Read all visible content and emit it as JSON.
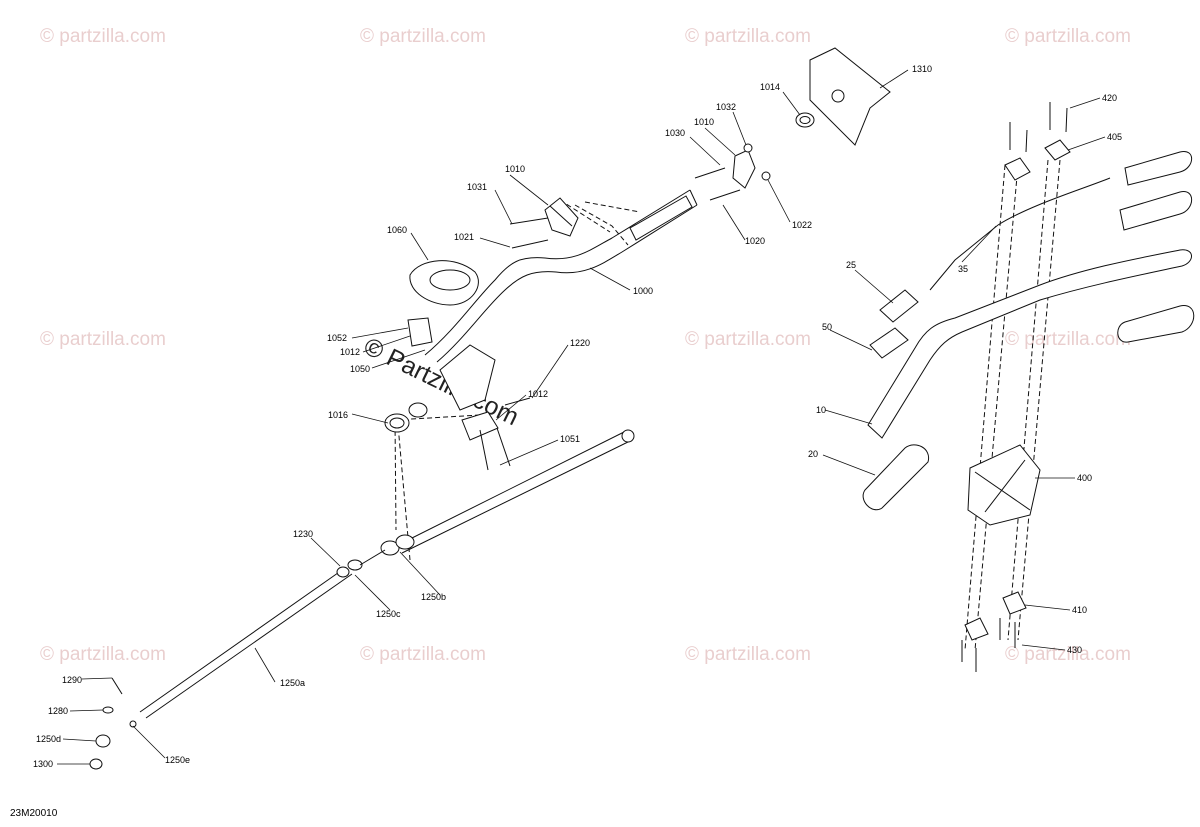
{
  "drawing_id": "23M20010",
  "watermark": {
    "text": "© partzilla.com",
    "center_text": "© Partzilla.com"
  },
  "callouts": [
    {
      "id": "c1310",
      "label": "1310"
    },
    {
      "id": "c1014",
      "label": "1014"
    },
    {
      "id": "c1032",
      "label": "1032"
    },
    {
      "id": "c1030",
      "label": "1030"
    },
    {
      "id": "c1010a",
      "label": "1010"
    },
    {
      "id": "c1010b",
      "label": "1010"
    },
    {
      "id": "c1022",
      "label": "1022"
    },
    {
      "id": "c1031",
      "label": "1031"
    },
    {
      "id": "c1020",
      "label": "1020"
    },
    {
      "id": "c1021",
      "label": "1021"
    },
    {
      "id": "c1060",
      "label": "1060"
    },
    {
      "id": "c1000",
      "label": "1000"
    },
    {
      "id": "c1052",
      "label": "1052"
    },
    {
      "id": "c1012a",
      "label": "1012"
    },
    {
      "id": "c1050",
      "label": "1050"
    },
    {
      "id": "c1220",
      "label": "1220"
    },
    {
      "id": "c1012b",
      "label": "1012"
    },
    {
      "id": "c1016",
      "label": "1016"
    },
    {
      "id": "c1051",
      "label": "1051"
    },
    {
      "id": "c1230",
      "label": "1230"
    },
    {
      "id": "c1250b",
      "label": "1250b"
    },
    {
      "id": "c1250c",
      "label": "1250c"
    },
    {
      "id": "c1250a",
      "label": "1250a"
    },
    {
      "id": "c1290",
      "label": "1290"
    },
    {
      "id": "c1280",
      "label": "1280"
    },
    {
      "id": "c1250d",
      "label": "1250d"
    },
    {
      "id": "c1300",
      "label": "1300"
    },
    {
      "id": "c1250e",
      "label": "1250e"
    },
    {
      "id": "c420",
      "label": "420"
    },
    {
      "id": "c405",
      "label": "405"
    },
    {
      "id": "c35",
      "label": "35"
    },
    {
      "id": "c25",
      "label": "25"
    },
    {
      "id": "c50",
      "label": "50"
    },
    {
      "id": "c10",
      "label": "10"
    },
    {
      "id": "c20",
      "label": "20"
    },
    {
      "id": "c400",
      "label": "400"
    },
    {
      "id": "c410",
      "label": "410"
    },
    {
      "id": "c430",
      "label": "430"
    }
  ]
}
